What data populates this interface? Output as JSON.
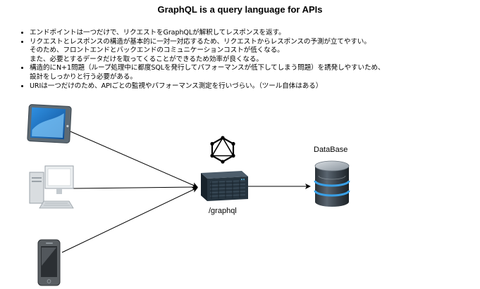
{
  "title": "GraphQL is a query language for APIs",
  "bullets": [
    {
      "lines": [
        "エンドポイントは一つだけで、リクエストをGraphQLが解釈してレスポンスを返す。"
      ]
    },
    {
      "lines": [
        "リクエストとレスポンスの構造が基本的に一対一対応するため、リクエストからレスポンスの予測が立てやすい。",
        "そのため、フロントエンドとバックエンドのコミュニケーションコストが低くなる。",
        "また、必要とするデータだけを取ってくることができるため効率が良くなる。"
      ]
    },
    {
      "lines": [
        "構造的にN+1問題（ループ処理中に都度SQLを発行してパフォーマンスが低下してしまう問題）を誘発しやすいため、",
        "設計をしっかりと行う必要がある。"
      ]
    },
    {
      "lines": [
        "URIは一つだけのため、APIごとの監視やパフォーマンス測定を行いづらい。（ツール自体はある）"
      ]
    }
  ],
  "diagram": {
    "server_label": "/graphql",
    "database_label": "DataBase",
    "icons": {
      "clients": [
        "tablet-icon",
        "desktop-computer-icon",
        "smartphone-icon"
      ],
      "logo": "graphql-logo-icon",
      "server": "server-icon",
      "database": "database-icon"
    },
    "colors": {
      "database_stripe": "#3aa0e6",
      "tablet_screen": "#1e6fb5",
      "server": "#1f2f3c"
    }
  }
}
